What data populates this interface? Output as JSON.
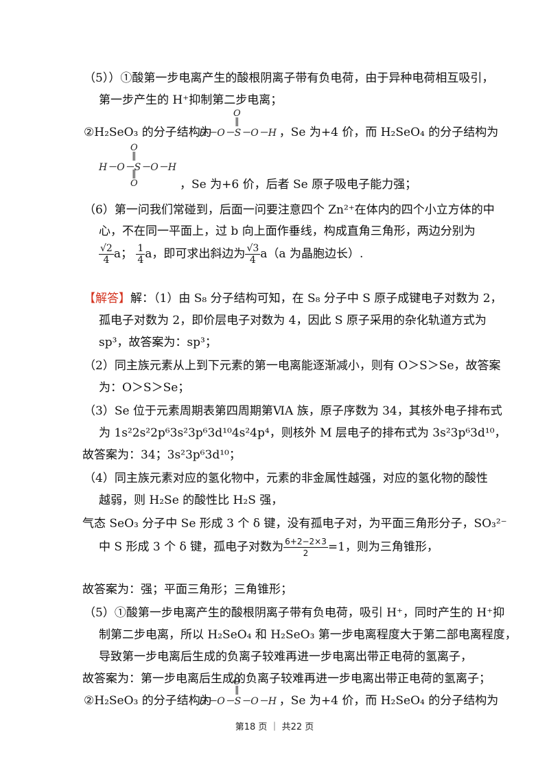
{
  "lines": [
    {
      "id": "p5_1",
      "text": "（5））①酸第一步电离产生的酸根阴离子带有负电荷，由于异种电荷相互吸引，"
    },
    {
      "id": "p5_2",
      "text": "第一步产生的 H⁺抑制第二步电离；"
    },
    {
      "id": "p5_3a",
      "text": "②H₂SeO₃ 的分子结构为"
    },
    {
      "id": "p5_3b",
      "text": "，Se 为+4 价，而 H₂SeO₄ 的分子结构为"
    },
    {
      "id": "p5_4",
      "text": "，Se 为+6 价，后者 Se 原子吸电子能力强；"
    },
    {
      "id": "p6_1",
      "text": "（6）第一问我们常碰到，后面一问要注意四个 Zn²⁺在体内的四个小立方体的中"
    },
    {
      "id": "p6_2",
      "text": "心，不在同一平面上，过 b 向上面作垂线，构成直角三角形，两边分别为"
    },
    {
      "id": "p6_3a",
      "text": "a；"
    },
    {
      "id": "p6_3b",
      "text": "a，即可求出斜边为"
    },
    {
      "id": "p6_3c",
      "text": "a（a 为晶胞边长）."
    },
    {
      "id": "ans_tag",
      "text": "【解答】"
    },
    {
      "id": "ans1_1",
      "text": "解：（1）由 S₈ 分子结构可知，在 S₈ 分子中 S 原子成键电子对数为 2，"
    },
    {
      "id": "ans1_2",
      "text": "孤电子对数为 2，即价层电子对数为 4，因此 S 原子采用的杂化轨道方式为"
    },
    {
      "id": "ans1_3",
      "text": "sp³，故答案为：sp³；"
    },
    {
      "id": "ans2_1",
      "text": "（2）同主族元素从上到下元素的第一电离能逐渐减小，则有 O＞S＞Se，故答案"
    },
    {
      "id": "ans2_2",
      "text": "为：O＞S＞Se；"
    },
    {
      "id": "ans3_1",
      "text": "（3）Se 位于元素周期表第四周期第ⅥA 族，原子序数为 34，其核外电子排布式"
    },
    {
      "id": "ans3_2",
      "text": "为 1s²2s²2p⁶3s²3p⁶3d¹⁰4s²4p⁴，则核外 M 层电子的排布式为 3s²3p⁶3d¹⁰，"
    },
    {
      "id": "ans3_3",
      "text": "故答案为：34；3s²3p⁶3d¹⁰；"
    },
    {
      "id": "ans4_1",
      "text": "（4）同主族元素对应的氢化物中，元素的非金属性越强，对应的氢化物的酸性"
    },
    {
      "id": "ans4_2",
      "text": "越弱，则 H₂Se 的酸性比 H₂S 强，"
    },
    {
      "id": "ans4_3",
      "text": "气态 SeO₃ 分子中 Se 形成 3 个 δ 键，没有孤电子对，为平面三角形分子，SO₃²⁻"
    },
    {
      "id": "ans4_4a",
      "text": "中 S 形成 3 个 δ 键，孤电子对数为"
    },
    {
      "id": "ans4_4b",
      "text": "=1，则为三角锥形，"
    },
    {
      "id": "ans4_5",
      "text": "故答案为：强；平面三角形；三角锥形；"
    },
    {
      "id": "ans5_1",
      "text": "（5）①酸第一步电离产生的酸根阴离子带有负电荷，吸引 H⁺，同时产生的 H⁺抑"
    },
    {
      "id": "ans5_2",
      "text": "制第二步电离，所以 H₂SeO₄ 和 H₂SeO₃ 第一步电离程度大于第二部电离程度，"
    },
    {
      "id": "ans5_3",
      "text": "导致第一步电离后生成的负离子较难再进一步电离出带正电荷的氢离子，"
    },
    {
      "id": "ans5_4",
      "text": "故答案为：第一步电离后生成的负离子较难再进一步电离出带正电荷的氢离子；"
    },
    {
      "id": "ans5_5a",
      "text": "②H₂SeO₃ 的分子结构为"
    },
    {
      "id": "ans5_5b",
      "text": "，Se 为+4 价，而 H₂SeO₄ 的分子结构为"
    }
  ],
  "struct_h2seo3": {
    "top": "O",
    "bond": "‖",
    "main": "H－O－S－O－H"
  },
  "struct_h2seo4": {
    "top": "O",
    "bond_top": "‖",
    "main": "H－O－S－O－H",
    "bond_bottom": "‖",
    "bottom": "O"
  },
  "fractions": {
    "f1": {
      "num": "√2",
      "den": "4"
    },
    "f2": {
      "num": "1",
      "den": "4"
    },
    "f3": {
      "num": "√3",
      "den": "4"
    },
    "f4": {
      "num": "6+2−2×3",
      "den": "2"
    }
  },
  "footer": "第18 页 ｜ 共22 页",
  "colors": {
    "accent": "#d4331f"
  }
}
